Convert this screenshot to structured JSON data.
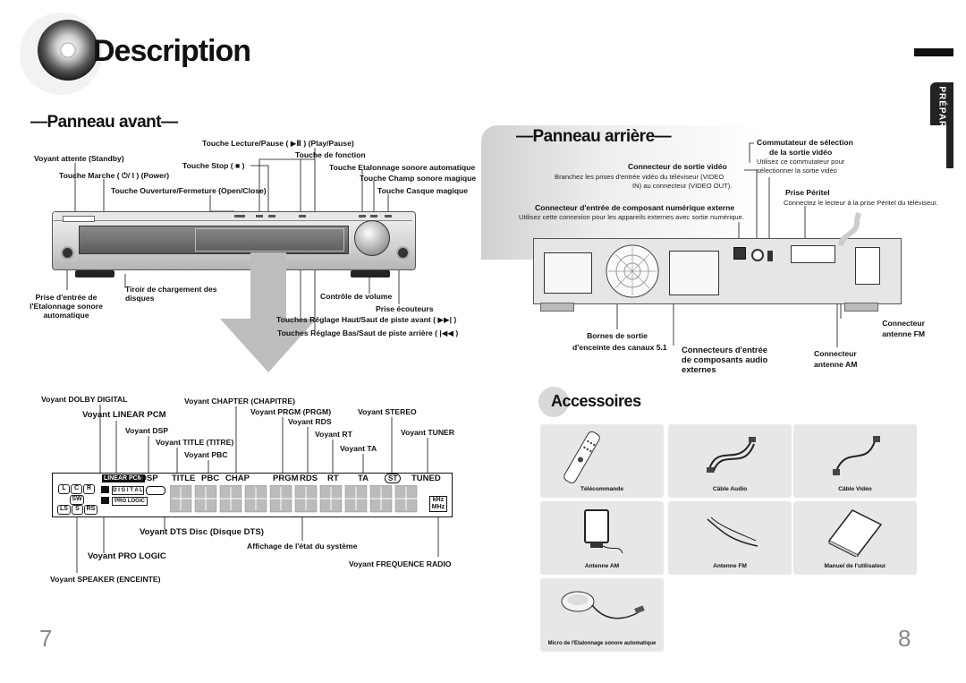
{
  "page": {
    "title": "Description",
    "left_number": "7",
    "right_number": "8",
    "side_tab": "PRÉPARATION"
  },
  "front_panel": {
    "heading": "—Panneau avant—",
    "labels": {
      "standby": "Voyant attente (Standby)",
      "power": "Touche Marche ( ⏻/ I ) (Power)",
      "open_close": "Touche Ouverture/Fermeture  (Open/Close)",
      "stop": "Touche Stop ( ■ )",
      "play_pause": "Touche Lecture/Pause ( ▶Ⅱ ) (Play/Pause)",
      "function": "Touche de fonction",
      "auto_cal": "Touche Etalonnage sonore automatique",
      "magic_field": "Touche Champ sonore magique",
      "headphone_btn": "Touche Casque magique",
      "tray": "Tiroir de chargement des\ndisques",
      "input_auto_1": "Prise d'entrée de",
      "input_auto_2": "l'Etalonnage sonore",
      "input_auto_3": "automatique",
      "volume": "Contrôle de volume",
      "headphone_jack": "Prise écouteurs",
      "skip_fwd": "Touches Réglage Haut/Saut de piste avant ( ▶▶| )",
      "skip_back": "Touches Réglage Bas/Saut de piste arrière ( |◀◀ )"
    }
  },
  "display": {
    "labels": {
      "dolby": "Voyant DOLBY DIGITAL",
      "linear_pcm": "Voyant LINEAR PCM",
      "dsp": "Voyant DSP",
      "title": "Voyant TITLE (TITRE)",
      "pbc": "Voyant PBC",
      "chapter": "Voyant CHAPTER (CHAPITRE)",
      "prgm": "Voyant PRGM (PRGM)",
      "rds": "Voyant RDS",
      "rt": "Voyant RT",
      "ta": "Voyant TA",
      "stereo": "Voyant STEREO",
      "tuner": "Voyant TUNER",
      "dts": "Voyant DTS Disc (Disque DTS)",
      "system_status": "Affichage de l'état du système",
      "pro_logic": "Voyant PRO LOGIC",
      "radio_freq": "Voyant FREQUENCE RADIO",
      "speaker": "Voyant SPEAKER (ENCEINTE)"
    },
    "indicators": [
      "LINEAR PCM",
      "DSP",
      "TITLE",
      "PBC",
      "CHAP",
      "PRGM",
      "RDS",
      "RT",
      "TA",
      "ST",
      "TUNED"
    ],
    "speakers": [
      "L",
      "C",
      "R",
      "SW",
      "LS",
      "S",
      "RS"
    ],
    "digital": "D I G I T A L",
    "prologic": "PRO LOGIC",
    "units": [
      "kHz",
      "MHz"
    ]
  },
  "rear_panel": {
    "heading": "—Panneau arrière—",
    "labels": {
      "selector_title_1": "Commutateur de sélection",
      "selector_title_2": "de la sortie vidéo",
      "selector_desc_1": "Utilisez ce commutateur pour",
      "selector_desc_2": "sélectionner la sortie vidéo",
      "video_out_title": "Connecteur de sortie vidéo",
      "video_out_desc_1": "Branchez les prises d'entrée vidéo du téléviseur (VIDEO",
      "video_out_desc_2": "IN) au connecteur (VIDEO OUT).",
      "peritel_title": "Prise Péritel",
      "peritel_desc": "Connectez le lecteur à la prise Péritel du téléviseur.",
      "digital_in_title": "Connecteur d'entrée de composant numérique externe",
      "digital_in_desc": "Utilisez cette connexion pour les appareils externes avec sortie numérique.",
      "speaker_terminals_1": "Bornes de sortie",
      "speaker_terminals_2": "d'enceinte des canaux 5.1",
      "component_in_1": "Connecteurs d'entrée",
      "component_in_2": "de composants audio",
      "component_in_3": "externes",
      "fm_1": "Connecteur",
      "fm_2": "antenne FM",
      "am_1": "Connecteur",
      "am_2": "antenne AM"
    }
  },
  "accessories": {
    "heading": "Accessoires",
    "items": [
      {
        "label": "Télécommande",
        "icon": "remote-control"
      },
      {
        "label": "Câble Audio",
        "icon": "audio-cable"
      },
      {
        "label": "Câble Vidéo",
        "icon": "video-cable"
      },
      {
        "label": "Antenne AM",
        "icon": "am-antenna"
      },
      {
        "label": "Antenne FM",
        "icon": "fm-antenna"
      },
      {
        "label": "Manuel de l'utilisateur",
        "icon": "user-manual"
      },
      {
        "label": "Micro de l'Etalonnage sonore automatique",
        "icon": "calibration-mic"
      }
    ]
  }
}
